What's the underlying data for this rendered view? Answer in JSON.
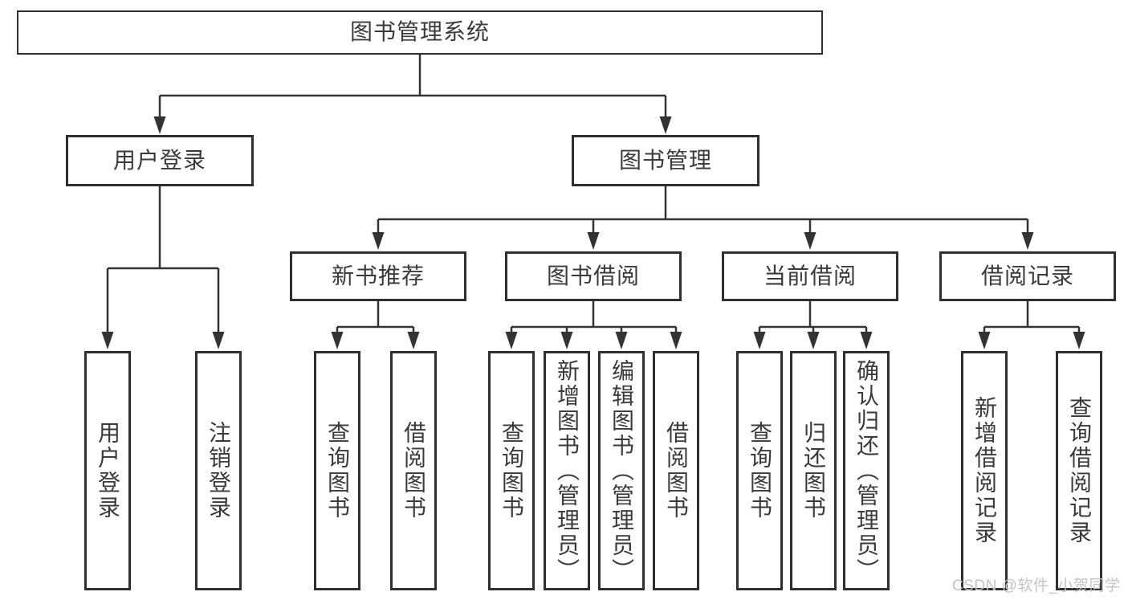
{
  "colors": {
    "line": "#333333",
    "box_border": "#2f2f2f",
    "text": "#3a3a3a",
    "watermark": "#c3c3c3",
    "background": "#ffffff"
  },
  "watermark": {
    "text": "CSDN @软件_小贺同学"
  },
  "diagram": {
    "root": {
      "label": "图书管理系统"
    },
    "level2": [
      {
        "label": "用户登录"
      },
      {
        "label": "图书管理"
      }
    ],
    "level3": [
      {
        "label": "新书推荐",
        "parent": "图书管理"
      },
      {
        "label": "图书借阅",
        "parent": "图书管理"
      },
      {
        "label": "当前借阅",
        "parent": "图书管理"
      },
      {
        "label": "借阅记录",
        "parent": "图书管理"
      }
    ],
    "leaves": [
      {
        "label": "用户登录",
        "parent": "用户登录"
      },
      {
        "label": "注销登录",
        "parent": "用户登录"
      },
      {
        "label": "查询图书",
        "parent": "新书推荐"
      },
      {
        "label": "借阅图书",
        "parent": "新书推荐"
      },
      {
        "label": "查询图书",
        "parent": "图书借阅"
      },
      {
        "label": "新增图书（管理员）",
        "parent": "图书借阅"
      },
      {
        "label": "编辑图书（管理员）",
        "parent": "图书借阅"
      },
      {
        "label": "借阅图书",
        "parent": "图书借阅"
      },
      {
        "label": "查询图书",
        "parent": "当前借阅"
      },
      {
        "label": "归还图书",
        "parent": "当前借阅"
      },
      {
        "label": "确认归还（管理员）",
        "parent": "当前借阅"
      },
      {
        "label": "新增借阅记录",
        "parent": "借阅记录"
      },
      {
        "label": "查询借阅记录",
        "parent": "借阅记录"
      }
    ]
  }
}
